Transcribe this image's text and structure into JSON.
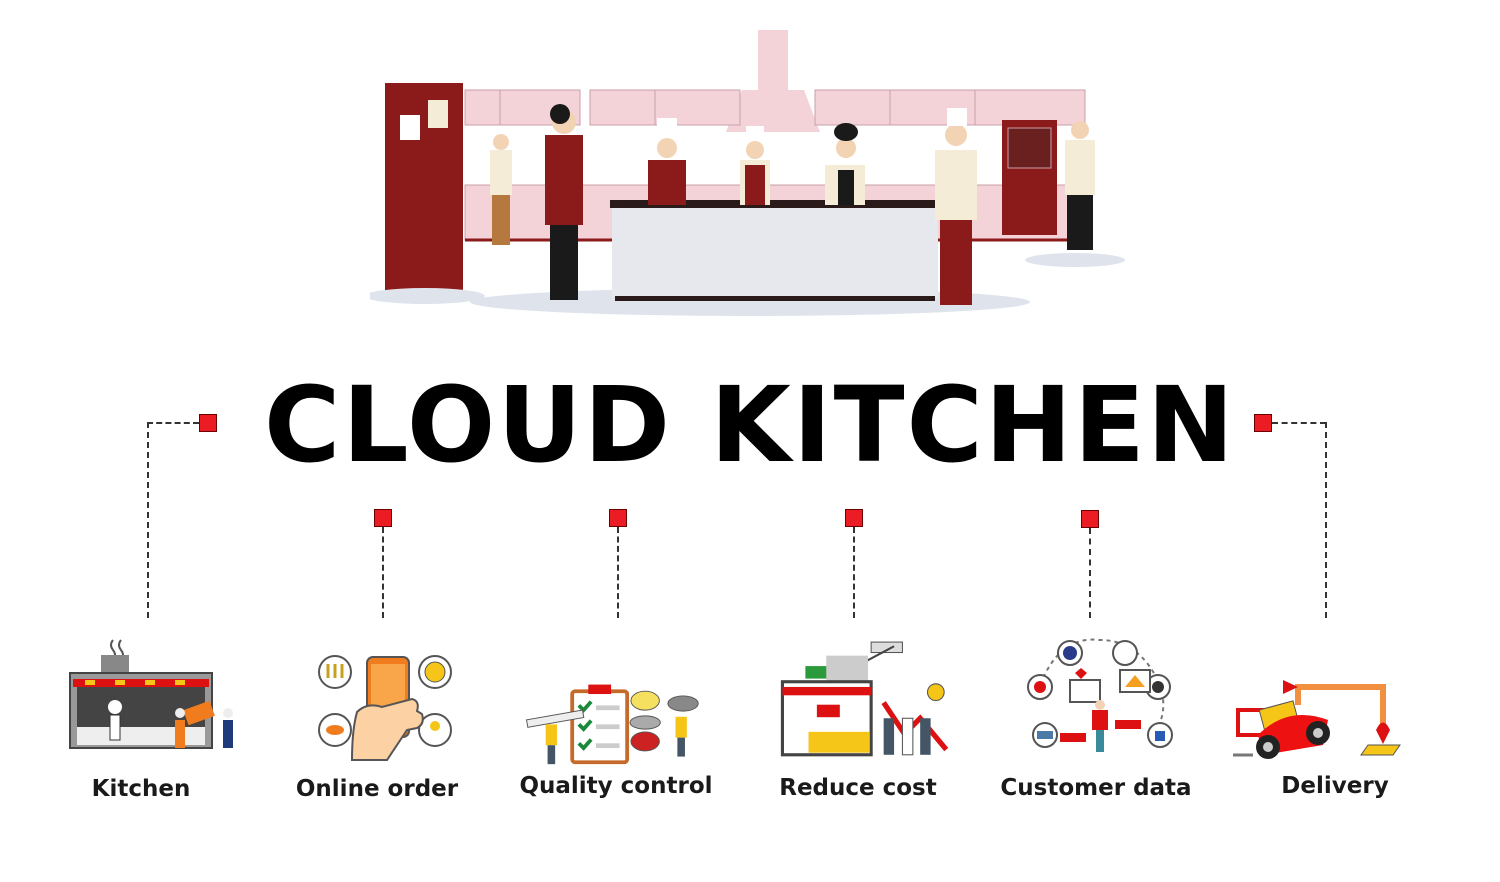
{
  "title": "CLOUD KITCHEN",
  "hero": {
    "name": "kitchen-illustration",
    "description": "Chefs cooking around a central island in a commercial kitchen"
  },
  "colors": {
    "accent_red": "#ec1c24",
    "maroon": "#8b1a1a",
    "pink": "#f3d3d8",
    "text": "#000000",
    "connector": "#333333"
  },
  "items": [
    {
      "label": "Kitchen",
      "icon": "kitchen-storefront-icon"
    },
    {
      "label": "Online order",
      "icon": "phone-order-icon"
    },
    {
      "label": "Quality control",
      "icon": "checklist-clipboard-icon"
    },
    {
      "label": "Reduce cost",
      "icon": "cost-reduction-chart-icon"
    },
    {
      "label": "Customer data",
      "icon": "customer-network-icon"
    },
    {
      "label": "Delivery",
      "icon": "delivery-scooter-icon"
    }
  ]
}
